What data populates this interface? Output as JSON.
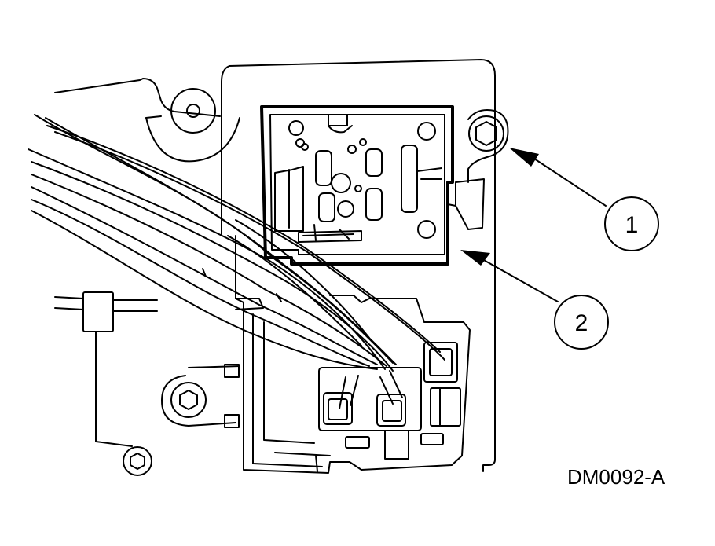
{
  "figure_id": "DM0092-A",
  "callouts": [
    {
      "label": "1"
    },
    {
      "label": "2"
    }
  ],
  "colors": {
    "ink": "#000000",
    "paper": "#ffffff"
  }
}
